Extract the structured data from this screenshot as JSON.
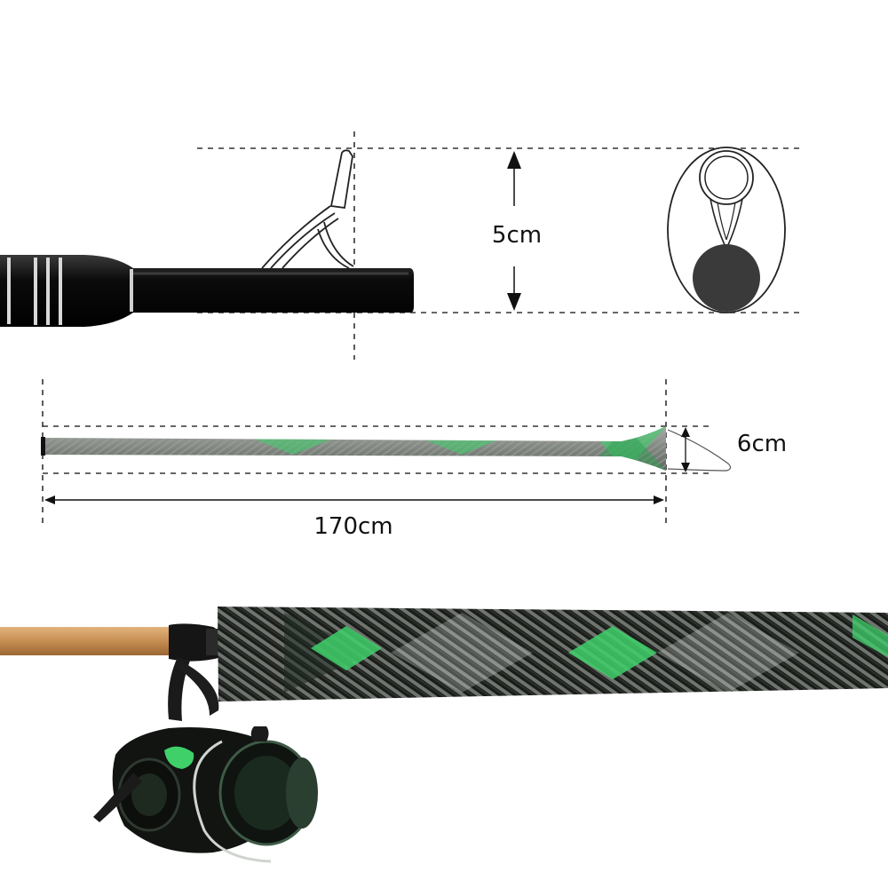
{
  "dimensions": {
    "guide_height": "5cm",
    "sleeve_width": "6cm",
    "sleeve_length": "170cm"
  },
  "colors": {
    "ink": "#111111",
    "sleeve_green": "#3fd06a",
    "sleeve_gray": "#8c918c",
    "cork": "#c8935a"
  }
}
